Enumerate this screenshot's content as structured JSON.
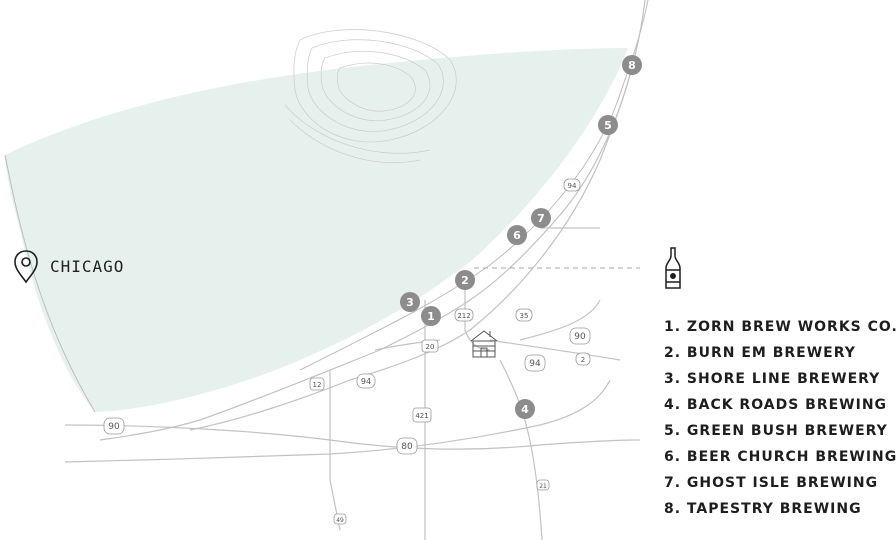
{
  "colors": {
    "lake": "#e6f1ee",
    "road": "#bdbdbd",
    "pin": "#8c8c8c",
    "text": "#1e1e1e"
  },
  "city": {
    "label": "CHICAGO",
    "icon": "location-pin-icon"
  },
  "legend_icon": "beer-bottle-icon",
  "markers": [
    "1",
    "2",
    "3",
    "4",
    "5",
    "6",
    "7",
    "8"
  ],
  "highways": [
    "94",
    "35",
    "212",
    "90",
    "20",
    "2",
    "94",
    "12",
    "94",
    "421",
    "90",
    "80",
    "21",
    "49"
  ],
  "legend": [
    "1. ZORN BREW WORKS CO.",
    "2. BURN EM BREWERY",
    "3. SHORE LINE BREWERY",
    "4. BACK ROADS BREWING",
    "5. GREEN BUSH BREWERY",
    "6. BEER CHURCH BREWING",
    "7. GHOST ISLE BREWING",
    "8. TAPESTRY BREWING"
  ]
}
